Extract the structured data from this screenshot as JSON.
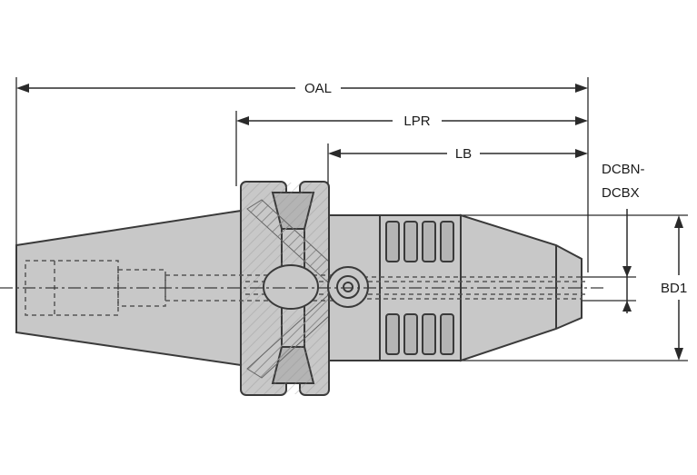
{
  "dimensions": {
    "oal": "OAL",
    "lpr": "LPR",
    "lb": "LB",
    "dcbn_line1": "DCBN-",
    "dcbn_line2": "DCBX",
    "bd1": "BD1"
  },
  "colors": {
    "body_fill": "#c8c8c8",
    "line": "#3a3a3a",
    "background": "#ffffff"
  }
}
